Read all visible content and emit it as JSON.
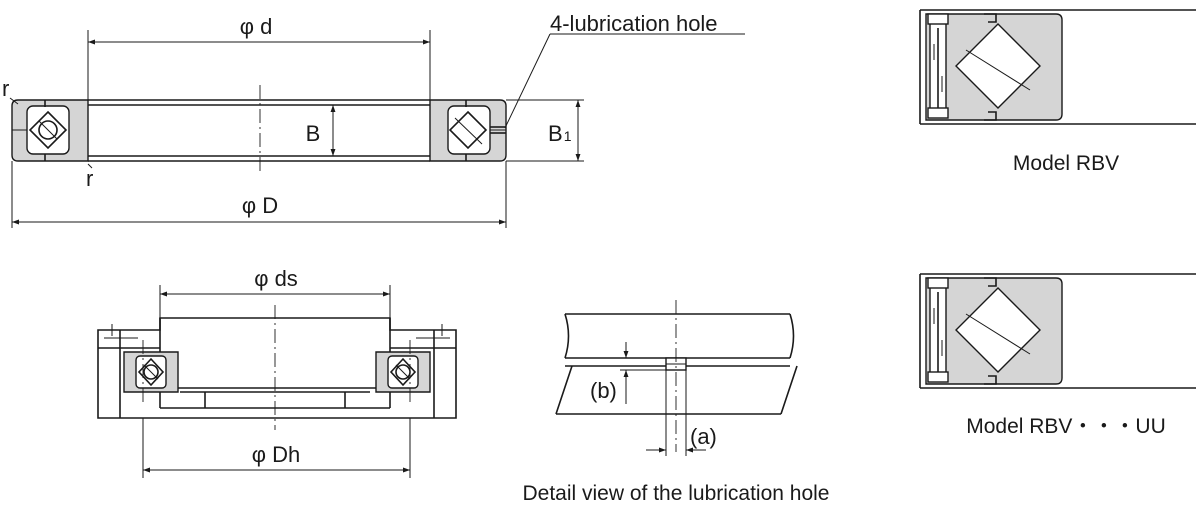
{
  "labels": {
    "phi_d": "φ d",
    "lubrication_hole": "4-lubrication hole",
    "r_top": "r",
    "r_bottom": "r",
    "B": "B",
    "B1_main": "B",
    "B1_sub": "1",
    "phi_D": "φ D",
    "phi_ds": "φ ds",
    "phi_Dh": "φ Dh",
    "label_b": "(b)",
    "label_a": "(a)"
  },
  "captions": {
    "detail_view": "Detail view of the lubrication hole",
    "model_rbv": "Model RBV",
    "model_rbv_uu": "Model RBV・・・UU"
  },
  "colors": {
    "line": "#1a1a1a",
    "fill_gray": "#d5d5d5",
    "background": "#ffffff"
  }
}
